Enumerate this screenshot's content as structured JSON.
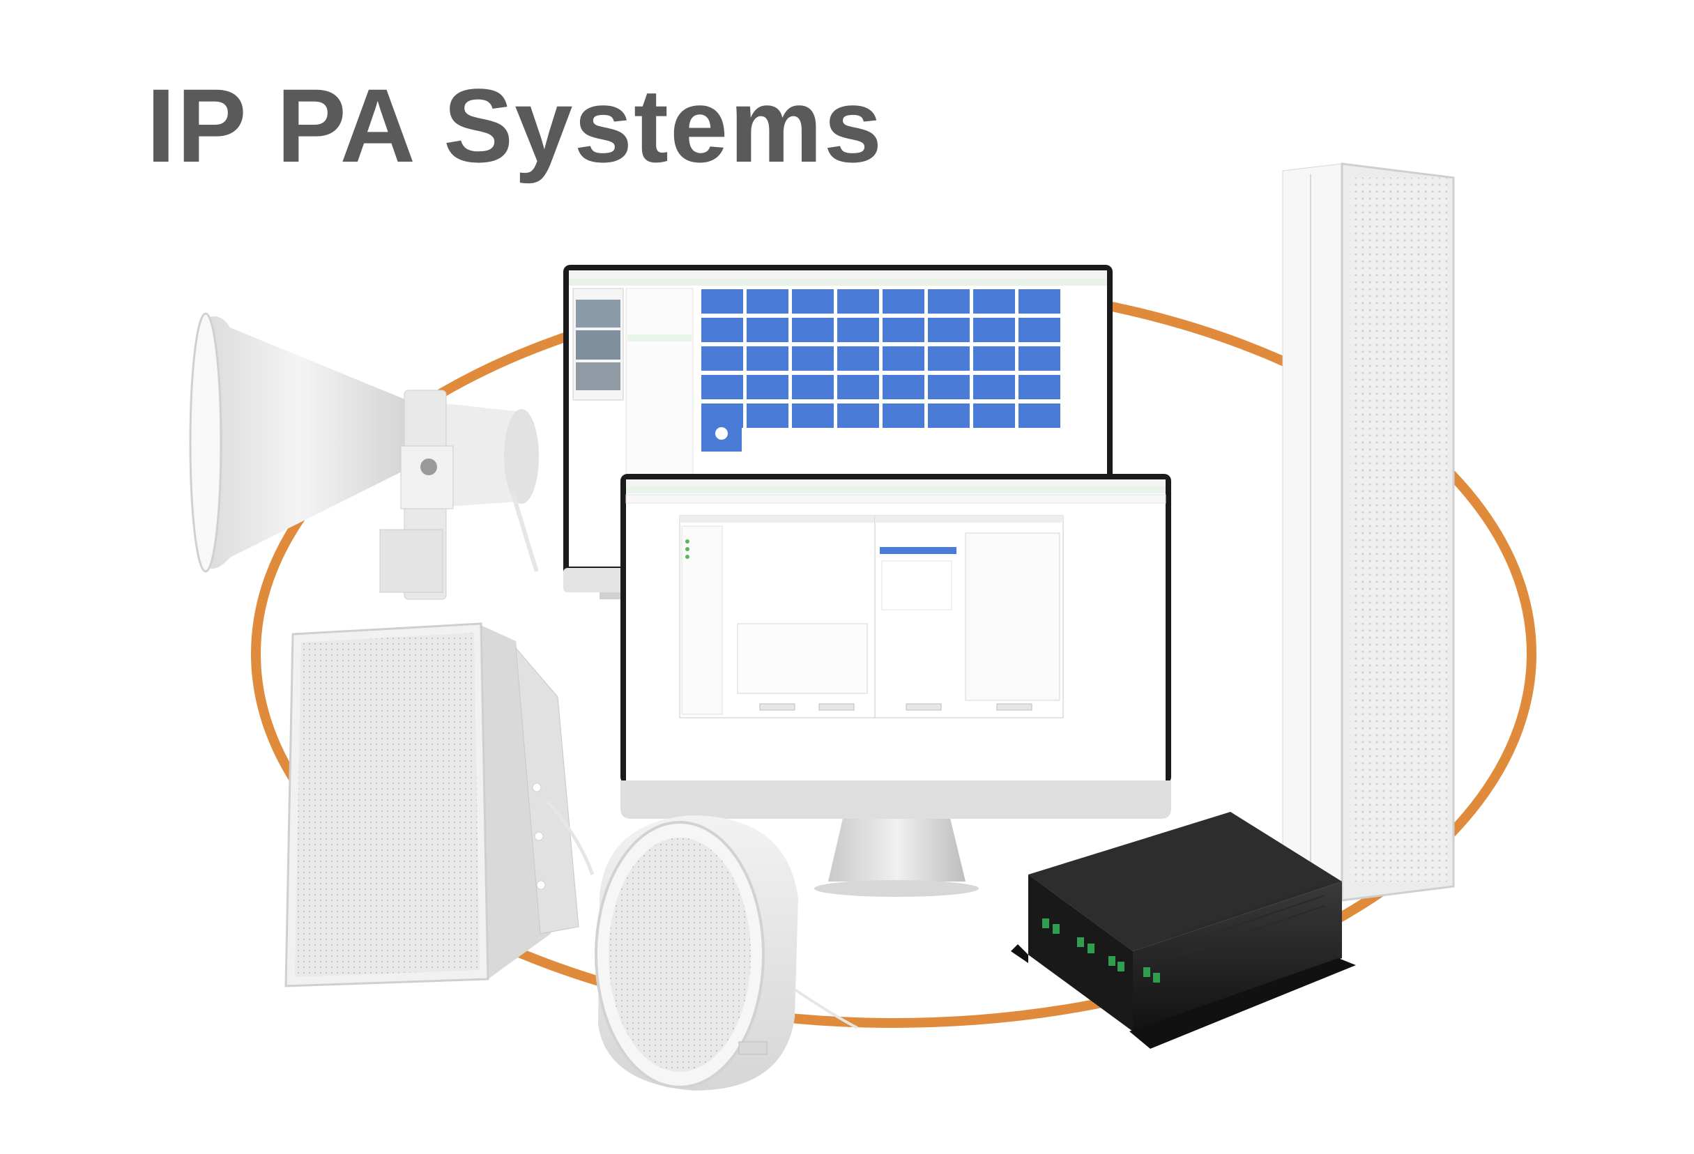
{
  "title": "IP PA Systems",
  "colors": {
    "ring": "#E08A3C",
    "title": "#5A5A5A",
    "device_white": "#EDEDED",
    "device_black": "#1E1E1E",
    "screen_tiles": "#4A7BD6",
    "accent_green": "#5BB55B"
  },
  "products": [
    {
      "name": "horn-speaker"
    },
    {
      "name": "wall-mount-speaker"
    },
    {
      "name": "ceiling-speaker"
    },
    {
      "name": "column-speaker"
    },
    {
      "name": "network-amplifier"
    },
    {
      "name": "back-monitor"
    },
    {
      "name": "front-monitor"
    }
  ]
}
